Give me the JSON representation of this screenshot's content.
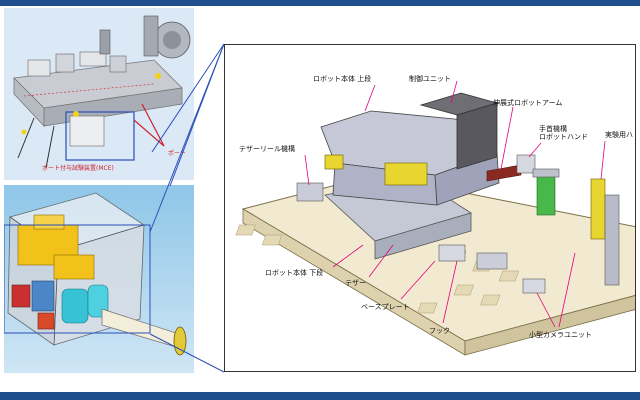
{
  "colors": {
    "frame": "#1f4e8c",
    "callout_line": "#e6007e",
    "marker": "#d0202a"
  },
  "left_top": {
    "caption_module": "ポート付与試験装置(MCE)",
    "caption_port": "ポート"
  },
  "labels": [
    {
      "key": "upper",
      "text": "ロボット本体 上段"
    },
    {
      "key": "control",
      "text": "制御ユニット"
    },
    {
      "key": "arm",
      "text": "伸展式ロボットアーム"
    },
    {
      "key": "hand",
      "text": "手首機構\nロボットハンド"
    },
    {
      "key": "exp_hand",
      "text": "実験用ハ"
    },
    {
      "key": "tether_reel",
      "text": "テザーリール機構"
    },
    {
      "key": "lower",
      "text": "ロボット本体 下段"
    },
    {
      "key": "tether",
      "text": "テザー"
    },
    {
      "key": "base",
      "text": "ベースプレート"
    },
    {
      "key": "hook",
      "text": "フック"
    },
    {
      "key": "camera",
      "text": "小型カメラユニット"
    }
  ]
}
